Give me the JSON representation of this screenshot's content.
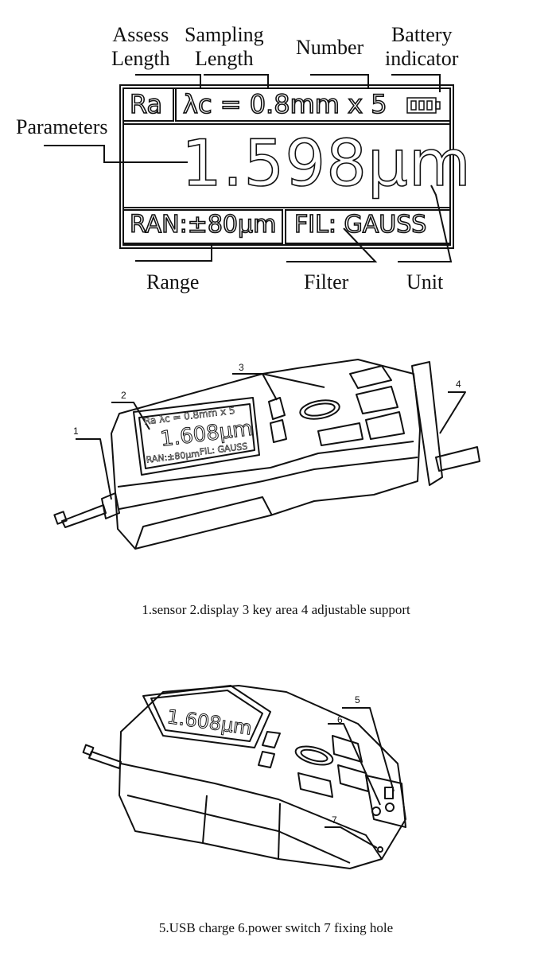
{
  "screen_labels": {
    "assess_length": [
      "Assess",
      "Length"
    ],
    "sampling_length": [
      "Sampling",
      "Length"
    ],
    "number": "Number",
    "battery_indicator": [
      "Battery",
      "indicator"
    ],
    "parameters": "Parameters",
    "range": "Range",
    "filter": "Filter",
    "unit": "Unit"
  },
  "lcd": {
    "parameter": "Ra",
    "cutoff": "λc = 0.8mm x 5",
    "value": "1.598μm",
    "range": "RAN:±80μm",
    "filter": "FIL: GAUSS"
  },
  "device_front": {
    "lcd_cutoff": "Ra λc = 0.8mm x 5",
    "lcd_value": "1.608μm",
    "lcd_range": "RAN:±80μm",
    "lcd_filter": "FIL: GAUSS",
    "callouts": [
      "1",
      "2",
      "3",
      "4"
    ],
    "caption": "1.sensor 2.display 3 key area 4 adjustable support"
  },
  "device_rear": {
    "lcd_value": "1.608μm",
    "callouts": [
      "5",
      "6",
      "7"
    ],
    "caption": "5.USB charge 6.power switch 7 fixing hole"
  },
  "icons": [
    "battery-icon"
  ]
}
